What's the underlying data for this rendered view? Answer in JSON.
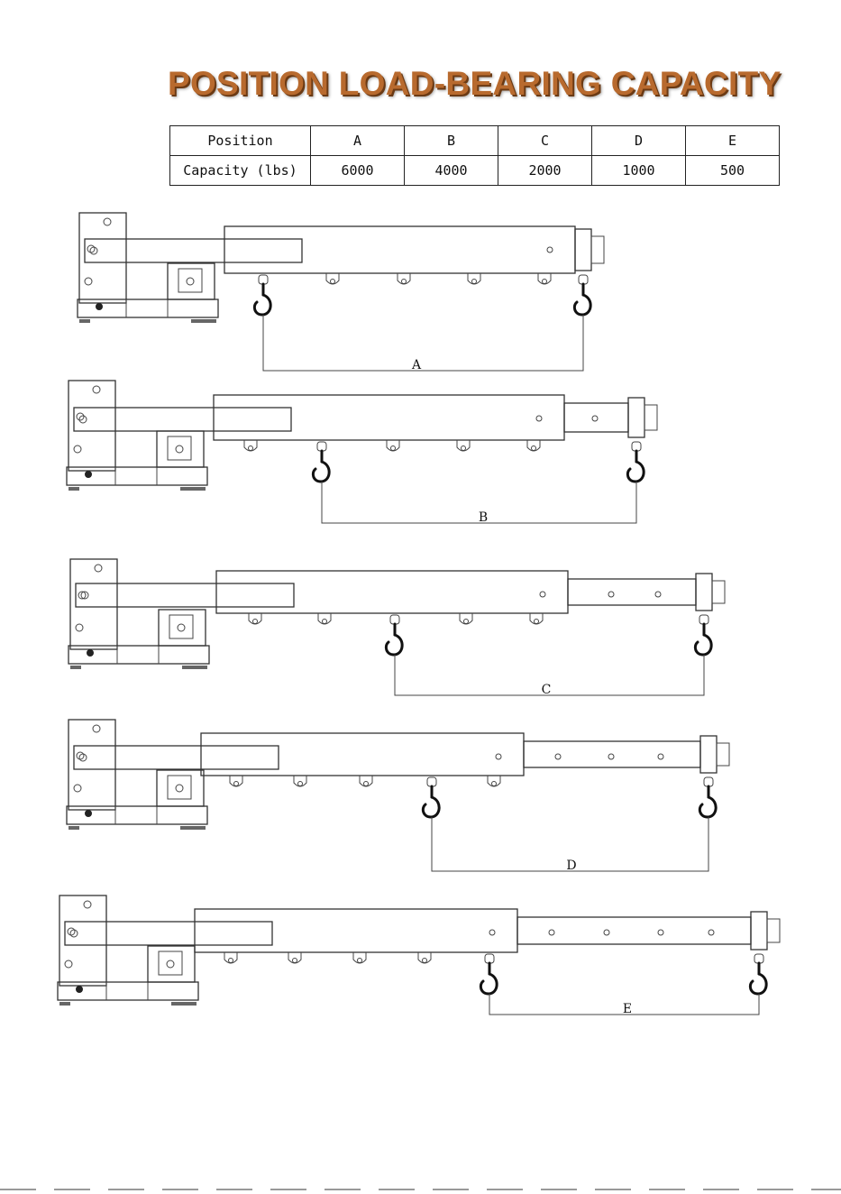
{
  "title": "POSITION LOAD-BEARING CAPACITY",
  "table": {
    "row1_header": "Position",
    "row2_header": "Capacity (lbs)",
    "positions": [
      "A",
      "B",
      "C",
      "D",
      "E"
    ],
    "capacities": [
      "6000",
      "4000",
      "2000",
      "1000",
      "500"
    ]
  },
  "diagrams": [
    {
      "label": "A"
    },
    {
      "label": "B"
    },
    {
      "label": "C"
    },
    {
      "label": "D"
    },
    {
      "label": "E"
    }
  ]
}
